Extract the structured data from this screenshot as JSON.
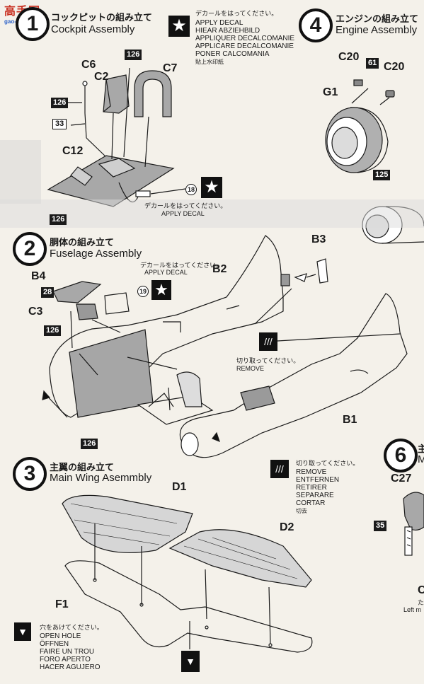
{
  "watermark": {
    "top": "高手网",
    "url": "gao-shou.com"
  },
  "step1": {
    "number": "1",
    "title_jp": "コックピットの組み立て",
    "title_en": "Cockpit Assembly",
    "parts": {
      "c6": "C6",
      "c2": "C2",
      "c7": "C7",
      "c12": "C12"
    },
    "badges": {
      "b126a": "126",
      "b126b": "126",
      "b33": "33",
      "b126c": "126"
    },
    "decal_jp": "デカールをはってください。",
    "decal_list": [
      "APPLY DECAL",
      "HIEAR ABZIEHBILD",
      "APPLIQUER DECALCOMANIE",
      "APPLICARE DECALCOMANIE",
      "PONER CALCOMANIA",
      "貼上水印紙"
    ],
    "decal_num": "18",
    "decal2_jp": "デカールをはってください。",
    "decal2_en": "APPLY DECAL"
  },
  "step4": {
    "number": "4",
    "title_jp": "エンジンの組み立て",
    "title_en": "Engine Assembly",
    "parts": {
      "c20a": "C20",
      "c20b": "C20",
      "g1": "G1"
    },
    "badges": {
      "b61": "61",
      "b125": "125"
    }
  },
  "step2": {
    "number": "2",
    "title_jp": "胴体の組み立て",
    "title_en": "Fuselage Assembly",
    "parts": {
      "b3": "B3",
      "b4": "B4",
      "b2": "B2",
      "c3": "C3",
      "b1": "B1"
    },
    "badges": {
      "b28": "28",
      "b126a": "126",
      "b126b": "126"
    },
    "decal_jp": "デカールをはってください。",
    "decal_en": "APPLY DECAL",
    "decal_num": "19",
    "remove_jp": "切り取ってください。",
    "remove_en": "REMOVE"
  },
  "step3": {
    "number": "3",
    "title_jp": "主翼の組み立て",
    "title_en": "Main Wing Asemmbly",
    "parts": {
      "d1": "D1",
      "d2": "D2",
      "f1": "F1"
    },
    "remove_jp": "切り取ってください。",
    "remove_list": [
      "REMOVE",
      "ENTFERNEN",
      "RETIRER",
      "SEPARARE",
      "CORTAR",
      "切去"
    ],
    "hole_jp": "穴をあけてください。",
    "hole_list": [
      "OPEN HOLE",
      "ÖFFNEN",
      "FAIRE UN TROU",
      "FORO APERTO",
      "HACER AGUJERO"
    ]
  },
  "step6": {
    "number": "6",
    "title_frag": "主",
    "title_frag2": "M",
    "part": "C27",
    "badge": "35",
    "frag_c": "C",
    "frag_jp": "た",
    "frag_left": "Left m"
  },
  "colors": {
    "ink": "#1a1a1a",
    "paper": "#f4f1ea",
    "shade": "#9a9a9a",
    "accent_red": "#d23a2a",
    "accent_blue": "#2a7bd2"
  }
}
